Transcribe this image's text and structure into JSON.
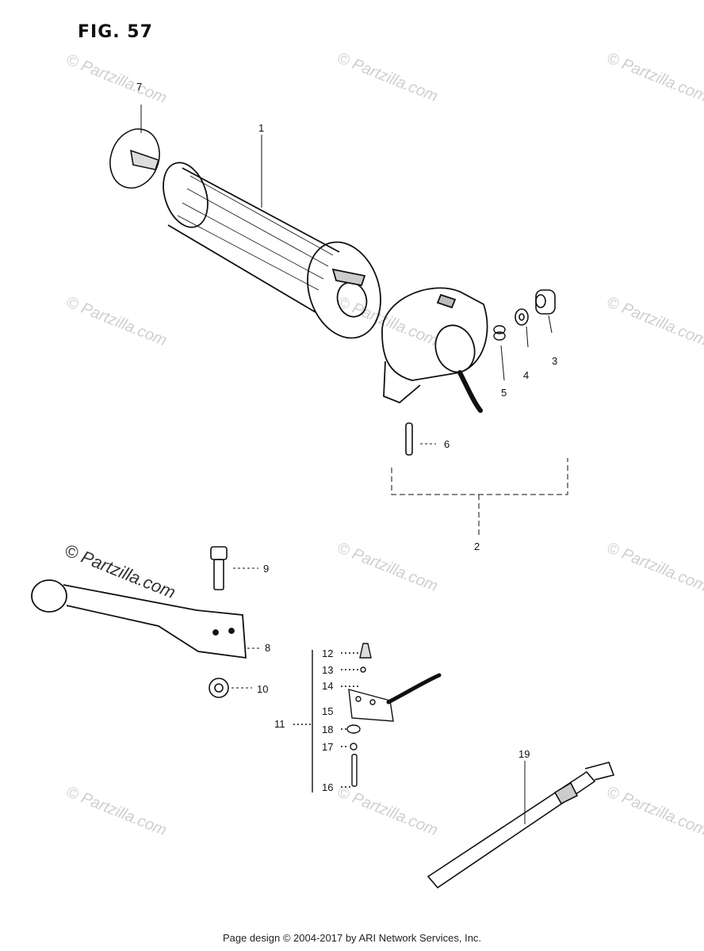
{
  "figure": {
    "title": "FIG. 57"
  },
  "watermark": {
    "text": "© Partzilla.com"
  },
  "callouts": [
    "1",
    "2",
    "3",
    "4",
    "5",
    "6",
    "7",
    "8",
    "9",
    "10",
    "11",
    "12",
    "13",
    "14",
    "15",
    "16",
    "17",
    "18",
    "19"
  ],
  "footer": {
    "text": "Page design © 2004-2017 by ARI Network Services, Inc."
  },
  "colors": {
    "ink": "#111111",
    "watermark": "#cfcfcf"
  }
}
